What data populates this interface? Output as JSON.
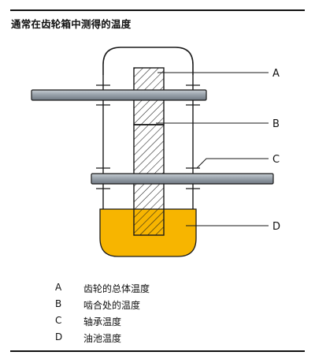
{
  "title": "通常在齿轮箱中测得的温度",
  "callouts": {
    "a": "A",
    "b": "B",
    "c": "C",
    "d": "D"
  },
  "legend": [
    {
      "key": "A",
      "text": "齿轮的总体温度"
    },
    {
      "key": "B",
      "text": "啮合处的温度"
    },
    {
      "key": "C",
      "text": "轴承温度"
    },
    {
      "key": "D",
      "text": "油池温度"
    }
  ],
  "colors": {
    "oil": "#F7B500",
    "shaft": "#8C96A0",
    "line": "#1A1A1A"
  }
}
